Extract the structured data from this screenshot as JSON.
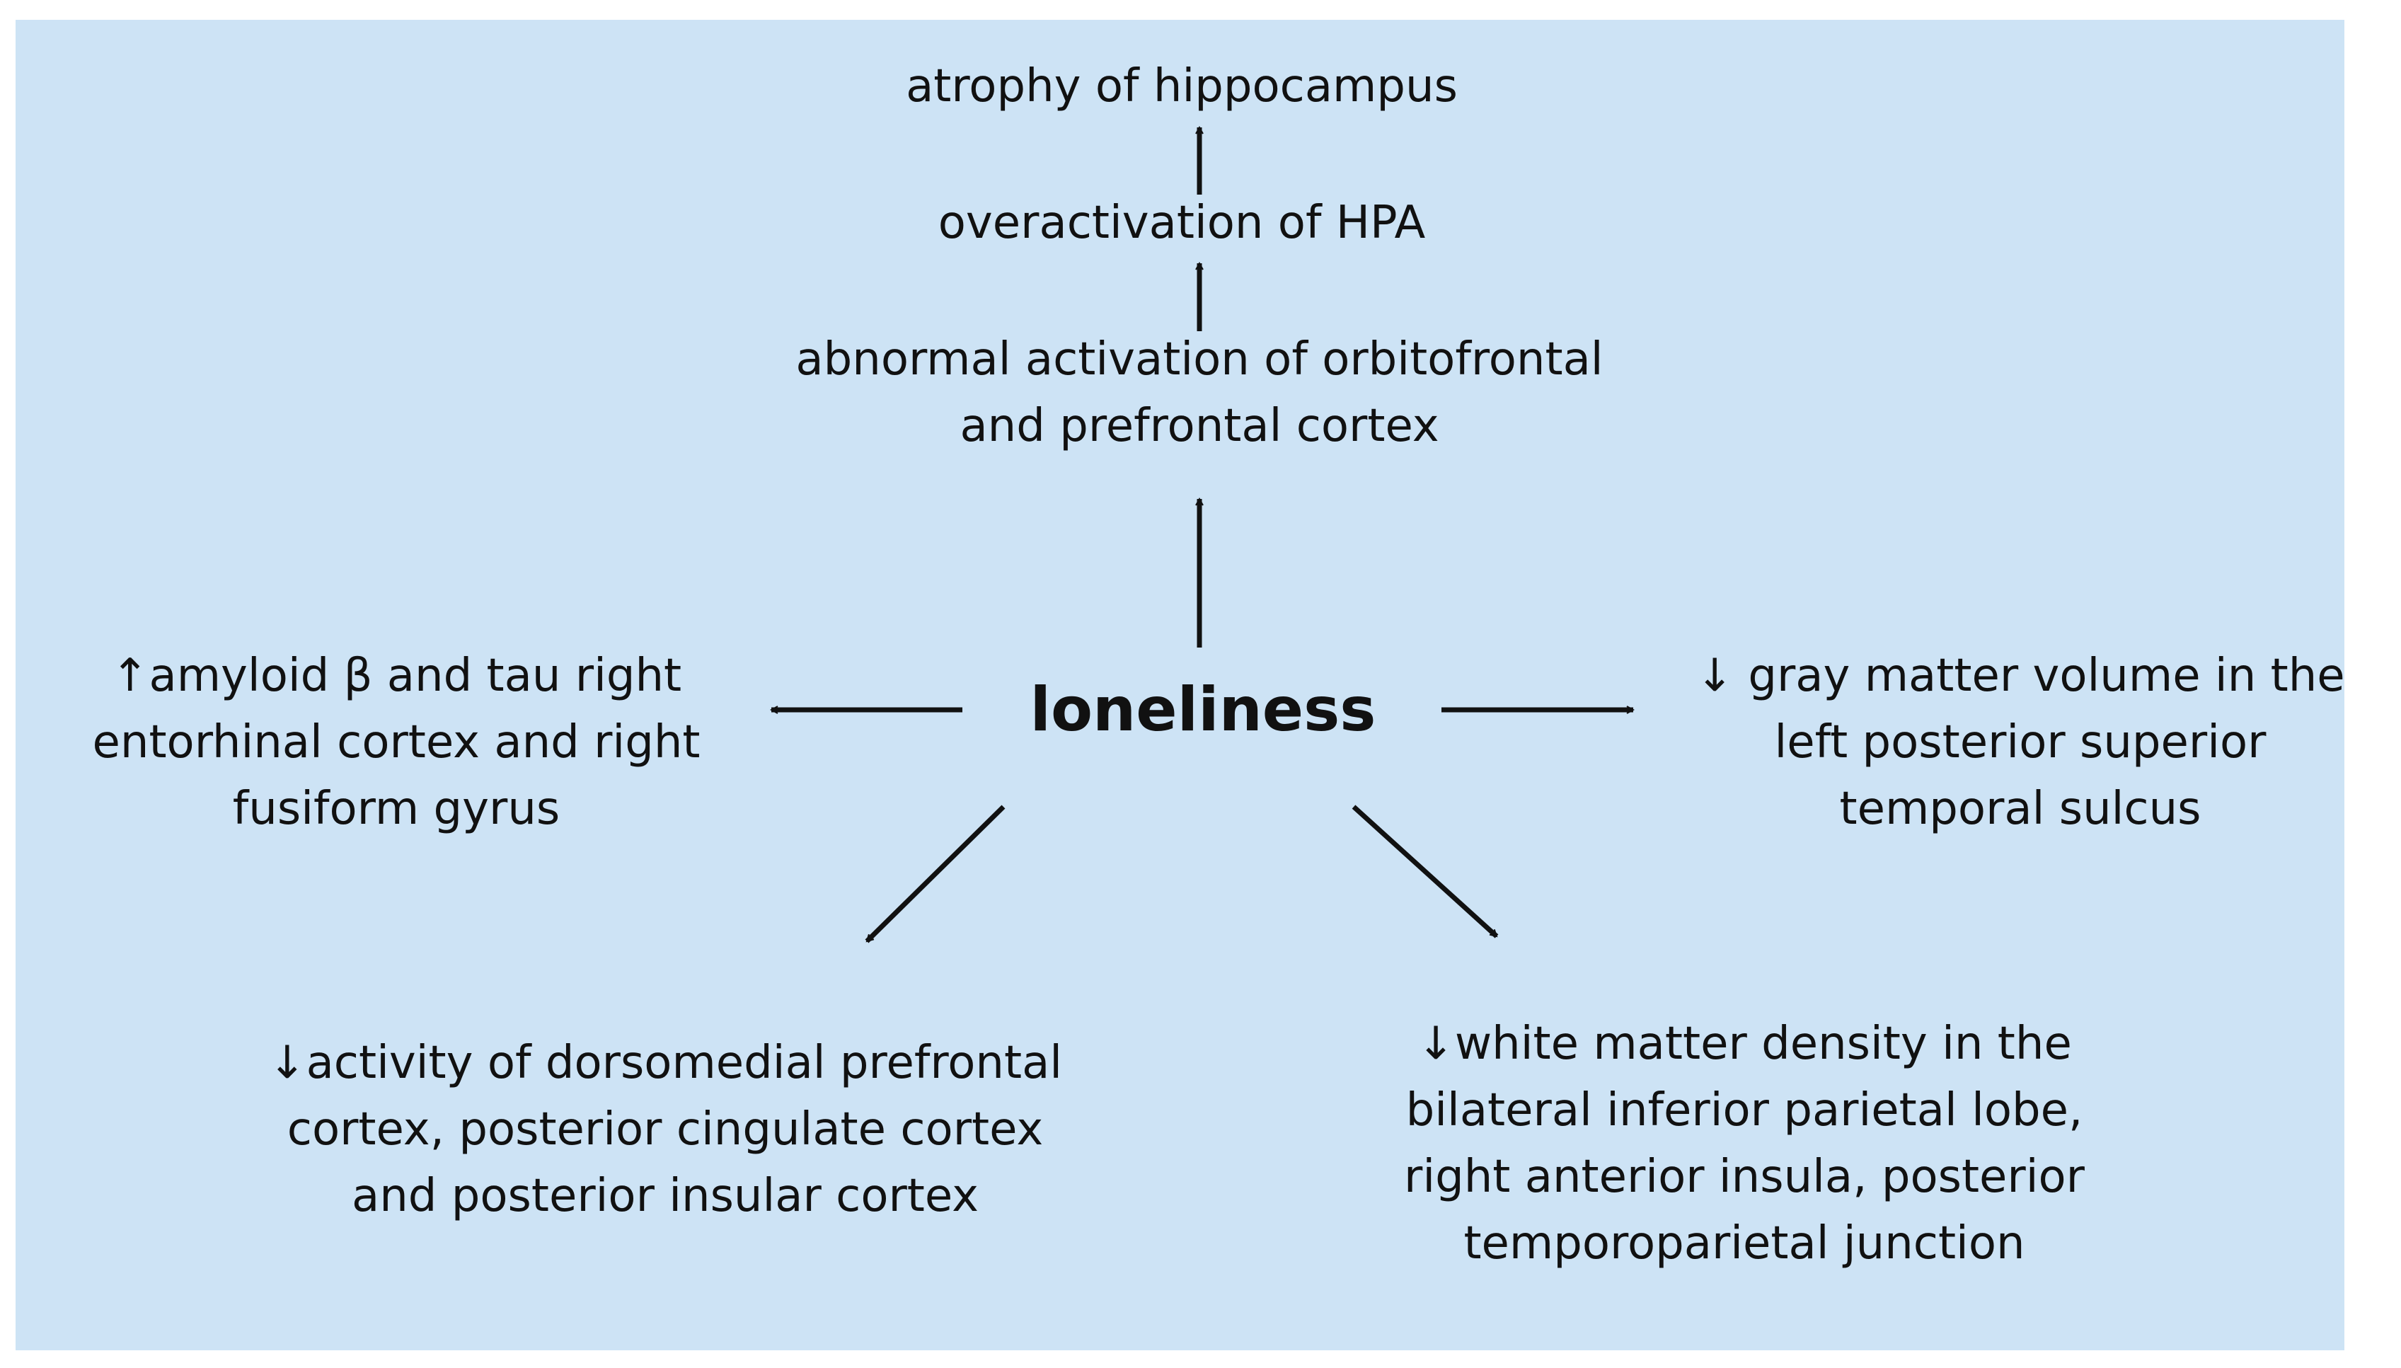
{
  "figure": {
    "background_color": "#cde3f5",
    "text_color": "#111111",
    "center": {
      "label": "loneliness"
    },
    "top_chain": [
      {
        "lines": [
          "atrophy of hippocampus"
        ]
      },
      {
        "lines": [
          "overactivation of HPA"
        ]
      },
      {
        "lines": [
          "abnormal activation of orbitofrontal",
          "and prefrontal cortex"
        ]
      }
    ],
    "left_effect": {
      "lines": [
        "↑amyloid β and tau right",
        "entorhinal cortex and right",
        "fusiform gyrus"
      ]
    },
    "right_effect": {
      "lines": [
        "↓ gray matter volume in the",
        "left posterior superior",
        "temporal sulcus"
      ]
    },
    "bottom_left_effect": {
      "lines": [
        "↓activity of dorsomedial prefrontal",
        "cortex, posterior cingulate cortex",
        "and posterior insular cortex"
      ]
    },
    "bottom_right_effect": {
      "lines": [
        "↓white matter density in the",
        "bilateral inferior parietal lobe,",
        "right anterior insula, posterior",
        "temporoparietal junction"
      ]
    }
  }
}
